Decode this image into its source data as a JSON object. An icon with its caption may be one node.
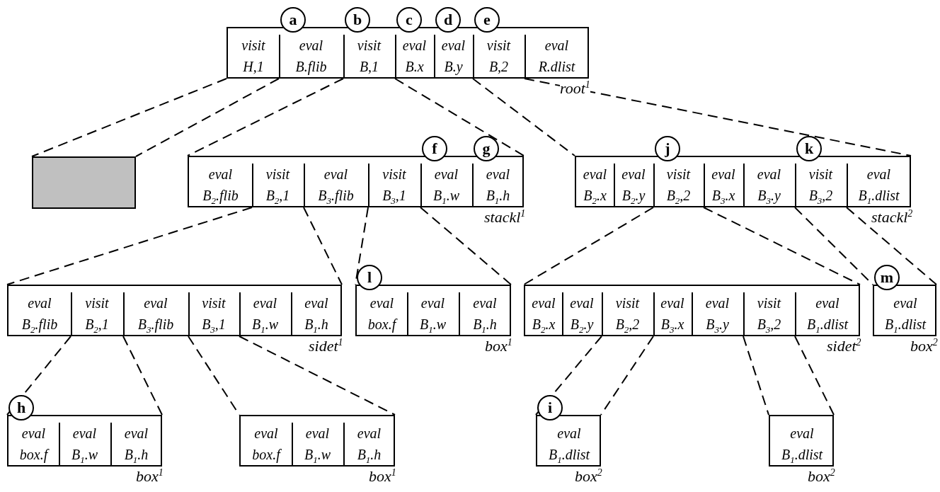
{
  "diagram": {
    "nodes": [
      {
        "text": [
          "root$^{1}$"
        ]
      },
      {
        "text": [
          "visit",
          "H,1"
        ],
        "in": 0
      },
      {
        "text": [
          "eval",
          "B.flib"
        ],
        "in": 0,
        "beside": [
          "a"
        ]
      },
      {
        "text": [
          "visit",
          "B,1"
        ],
        "in": 0,
        "beside": [
          "b"
        ]
      },
      {
        "text": [
          "eval",
          "B.x"
        ],
        "in": 0,
        "beside": [
          "c"
        ]
      },
      {
        "text": [
          "eval",
          "B.y"
        ],
        "in": 0,
        "beside": [
          "d"
        ]
      },
      {
        "text": [
          "visit",
          "B,2"
        ],
        "in": 0,
        "beside": [
          "e"
        ]
      },
      {
        "text": [
          "eval",
          "R.dlist"
        ],
        "in": 0
      },
      {
        "text": [],
        "shape": "box"
      },
      {
        "text": [
          "stackl$^{1}$"
        ]
      },
      {
        "text": [
          "eval",
          "B$_{2}$.flib"
        ],
        "in": 9
      },
      {
        "text": [
          "visit",
          "B$_{2}$,1"
        ],
        "in": 9
      },
      {
        "text": [
          "eval",
          "B$_{3}$.flib"
        ],
        "in": 9
      },
      {
        "text": [
          "visit",
          "B$_{3}$,1"
        ],
        "in": 9
      },
      {
        "text": [
          "eval",
          "B$_{1}$.w"
        ],
        "in": 9,
        "beside": [
          "f"
        ]
      },
      {
        "text": [
          "eval",
          "B$_{1}$.h"
        ],
        "in": 9,
        "beside": [
          "g"
        ]
      },
      {
        "text": [
          "stackl$^{2}$"
        ]
      },
      {
        "text": [
          "eval",
          "B$_{2}$.x"
        ],
        "in": 16
      },
      {
        "text": [
          "eval",
          "B$_{2}$.y"
        ],
        "in": 16
      },
      {
        "text": [
          "visit",
          "B$_{2}$,2"
        ],
        "in": 16,
        "beside": [
          "j"
        ]
      },
      {
        "text": [
          "eval",
          "B$_{3}$.x"
        ],
        "in": 16
      },
      {
        "text": [
          "eval",
          "B$_{3}$.y"
        ],
        "in": 16
      },
      {
        "text": [
          "visit",
          "B$_{3}$,2"
        ],
        "in": 16,
        "beside": [
          "k"
        ]
      },
      {
        "text": [
          "eval",
          "B$_{1}$.dlist"
        ],
        "in": 16
      },
      {
        "text": [
          "sidet$^{1}$"
        ]
      },
      {
        "text": [
          "eval",
          "B$_{2}$.flib"
        ],
        "in": 24
      },
      {
        "text": [
          "visit",
          "B$_{2}$,1"
        ],
        "in": 24
      },
      {
        "text": [
          "eval",
          "B$_{3}$.flib"
        ],
        "in": 24
      },
      {
        "text": [
          "visit",
          "B$_{3}$,1"
        ],
        "in": 24
      },
      {
        "text": [
          "eval",
          "B$_{1}$.w"
        ],
        "in": 24
      },
      {
        "text": [
          "eval",
          "B$_{1}$.h"
        ],
        "in": 24
      },
      {
        "text": [
          "box$^{1}$"
        ]
      },
      {
        "text": [
          "eval",
          "box.f"
        ],
        "in": 31,
        "beside": [
          "l"
        ]
      },
      {
        "text": [
          "eval",
          "B$_{1}$.w"
        ],
        "in": 31
      },
      {
        "text": [
          "eval",
          "B$_{1}$.h"
        ],
        "in": 31
      },
      {
        "text": [
          "sidet$^{2}$"
        ]
      },
      {
        "text": [
          "eval",
          "B$_{2}$.x"
        ],
        "in": 35
      },
      {
        "text": [
          "eval",
          "B$_{2}$.y"
        ],
        "in": 35
      },
      {
        "text": [
          "visit",
          "B$_{2}$,2"
        ],
        "in": 35
      },
      {
        "text": [
          "eval",
          "B$_{3}$.x"
        ],
        "in": 35
      },
      {
        "text": [
          "eval",
          "B$_{3}$.y"
        ],
        "in": 35
      },
      {
        "text": [
          "visit",
          "B$_{3}$,2"
        ],
        "in": 35
      },
      {
        "text": [
          "eval",
          "B$_{1}$.dlist"
        ],
        "in": 35
      },
      {
        "text": [
          "box$^{2}$"
        ]
      },
      {
        "text": [
          "eval",
          "B$_{1}$.dlist"
        ],
        "in": 43,
        "beside": [
          "m"
        ]
      },
      {
        "text": [
          "box$^{1}$"
        ]
      },
      {
        "text": [
          "eval",
          "box.f"
        ],
        "in": 45,
        "beside": [
          "h"
        ]
      },
      {
        "text": [
          "eval",
          "B$_{1}$.w"
        ],
        "in": 45
      },
      {
        "text": [
          "eval",
          "B$_{1}$.h"
        ],
        "in": 45
      },
      {
        "text": [
          "box$^{1}$"
        ]
      },
      {
        "text": [
          "eval",
          "box.f"
        ],
        "in": 49
      },
      {
        "text": [
          "eval",
          "B$_{1}$.w"
        ],
        "in": 49
      },
      {
        "text": [
          "eval",
          "B$_{1}$.h"
        ],
        "in": 49
      },
      {
        "text": [
          "box$^{2}$"
        ]
      },
      {
        "text": [
          "eval",
          "B$_{1}$.dlist"
        ],
        "in": 53,
        "beside": [
          "i"
        ]
      },
      {
        "text": [
          "box$^{2}$"
        ]
      },
      {
        "text": [
          "eval",
          "B$_{1}$.dlist"
        ],
        "in": 55
      }
    ],
    "edges": [
      {
        "from": 1,
        "to": 8,
        "arrow": "none",
        "style": "dashed"
      },
      {
        "from": 1,
        "to": 8,
        "arrow": "none",
        "style": "dashed"
      },
      {
        "from": 3,
        "to": 9,
        "arrow": "none",
        "style": "dashed"
      },
      {
        "from": 3,
        "to": 9,
        "arrow": "none",
        "style": "dashed"
      },
      {
        "from": 6,
        "to": 16,
        "arrow": "none",
        "style": "dashed"
      },
      {
        "from": 6,
        "to": 16,
        "arrow": "none",
        "style": "dashed"
      },
      {
        "from": 11,
        "to": 24,
        "arrow": "none",
        "style": "dashed"
      },
      {
        "from": 11,
        "to": 24,
        "arrow": "none",
        "style": "dashed"
      },
      {
        "from": 13,
        "to": 31,
        "arrow": "none",
        "style": "dashed"
      },
      {
        "from": 13,
        "to": 31,
        "arrow": "none",
        "style": "dashed"
      },
      {
        "from": 19,
        "to": 35,
        "arrow": "none",
        "style": "dashed"
      },
      {
        "from": 19,
        "to": 35,
        "arrow": "none",
        "style": "dashed"
      },
      {
        "from": 22,
        "to": 43,
        "arrow": "none",
        "style": "dashed"
      },
      {
        "from": 22,
        "to": 43,
        "arrow": "none",
        "style": "dashed"
      },
      {
        "from": 26,
        "to": 45,
        "arrow": "none",
        "style": "dashed"
      },
      {
        "from": 26,
        "to": 45,
        "arrow": "none",
        "style": "dashed"
      },
      {
        "from": 28,
        "to": 49,
        "arrow": "none",
        "style": "dashed"
      },
      {
        "from": 28,
        "to": 49,
        "arrow": "none",
        "style": "dashed"
      },
      {
        "from": 38,
        "to": 53,
        "arrow": "none",
        "style": "dashed"
      },
      {
        "from": 38,
        "to": 53,
        "arrow": "none",
        "style": "dashed"
      },
      {
        "from": 41,
        "to": 55,
        "arrow": "none",
        "style": "dashed"
      },
      {
        "from": 41,
        "to": 55,
        "arrow": "none",
        "style": "dashed"
      }
    ]
  }
}
